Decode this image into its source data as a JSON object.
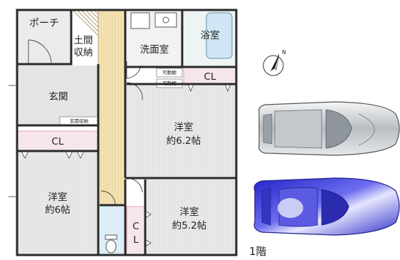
{
  "floor_label": "1階",
  "rooms": {
    "porch": "ポーチ",
    "doma_storage_line1": "土間",
    "doma_storage_line2": "収納",
    "washroom": "洗面室",
    "bathroom": "浴室",
    "entrance": "玄関",
    "entrance_storage": "玄関収納",
    "movable_shelf_1": "可動棚",
    "movable_shelf_2": "可動棚",
    "cl_top": "CL",
    "cl_left": "CL",
    "cl_bottom_c": "C",
    "cl_bottom_l": "L",
    "west_room_name": "洋室",
    "west_room_size": "約6帖",
    "north_room_name": "洋室",
    "north_room_size": "約6.2帖",
    "south_room_name": "洋室",
    "south_room_size": "約5.2帖"
  },
  "compass": {
    "label": "N"
  },
  "colors": {
    "wall": "#2a2a2a",
    "closet_pink": "#f7e6e9",
    "closet_border": "#e2a5b1",
    "hall_wood": "#f2e2b4",
    "wet_area": "#dceef8",
    "room_grey": "#e7e7e7",
    "car_silver": "#d2d6da",
    "car_blue": "#3f3fd6"
  }
}
